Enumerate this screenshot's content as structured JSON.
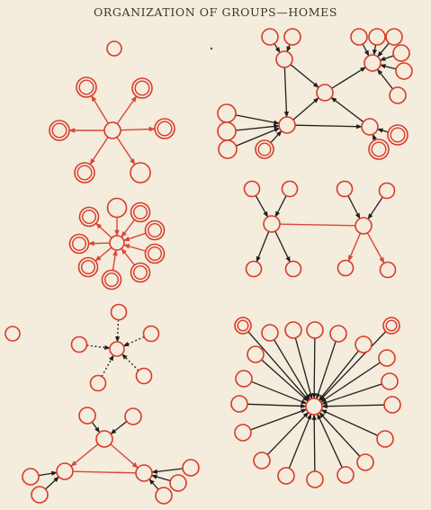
{
  "title": "ORGANIZATION OF GROUPS—HOMES",
  "colors": {
    "page_background": "#f4ecdc",
    "node_stroke": "#d93a2b",
    "red_edge": "#d9473a",
    "black_edge": "#1e1e1e",
    "title_text": "#3a3632"
  },
  "diagrams": [
    {
      "name": "isolate-single"
    },
    {
      "name": "star-outward-red"
    },
    {
      "name": "star-mixed-dense"
    },
    {
      "name": "isolate-left"
    },
    {
      "name": "star-dotted"
    },
    {
      "name": "triangle-homes"
    },
    {
      "name": "network-two-hubs"
    },
    {
      "name": "bipolar-stars"
    },
    {
      "name": "star-inward-large"
    }
  ]
}
